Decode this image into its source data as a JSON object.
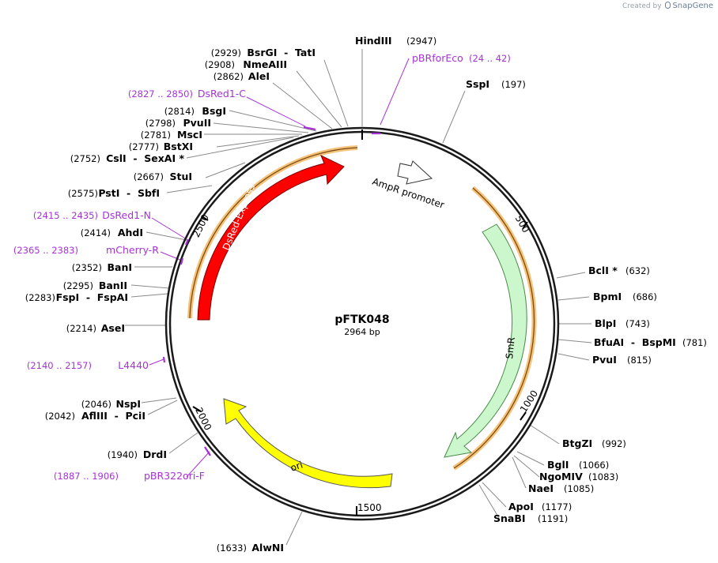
{
  "credit": {
    "created_by": "Created by",
    "brand": "SnapGene"
  },
  "plasmid": {
    "name": "pFTK048",
    "size_label": "2964 bp"
  },
  "ticks": [
    "500",
    "1000",
    "1500",
    "2000",
    "2500"
  ],
  "features": [
    {
      "name": "DsRed-Express",
      "color": "#ff0000",
      "direction": "cw"
    },
    {
      "name": "AmpR promoter",
      "color": "#ffffff",
      "direction": "cw"
    },
    {
      "name": "SmR",
      "color": "#ccf7cc",
      "direction": "ccw"
    },
    {
      "name": "ori",
      "color": "#ffff00",
      "direction": "ccw"
    }
  ],
  "enzymes": [
    {
      "pos": "(2947)",
      "name": "HindIII"
    },
    {
      "pos": "(197)",
      "name": "SspI"
    },
    {
      "pos": "(632)",
      "name": "BclI *"
    },
    {
      "pos": "(686)",
      "name": "BpmI"
    },
    {
      "pos": "(743)",
      "name": "BlpI"
    },
    {
      "pos": "(781)",
      "name": "BfuAI  -  BspMI"
    },
    {
      "pos": "(815)",
      "name": "PvuI"
    },
    {
      "pos": "(992)",
      "name": "BtgZI"
    },
    {
      "pos": "(1066)",
      "name": "BglI"
    },
    {
      "pos": "(1083)",
      "name": "NgoMIV"
    },
    {
      "pos": "(1085)",
      "name": "NaeI"
    },
    {
      "pos": "(1177)",
      "name": "ApoI"
    },
    {
      "pos": "(1191)",
      "name": "SnaBI"
    },
    {
      "pos": "(1633)",
      "name": "AlwNI"
    },
    {
      "pos": "(1940)",
      "name": "DrdI"
    },
    {
      "pos": "(2042)",
      "name": "AflIII  -  PciI"
    },
    {
      "pos": "(2046)",
      "name": "NspI"
    },
    {
      "pos": "(2214)",
      "name": "AseI"
    },
    {
      "pos": "(2283)",
      "name": "FspI  -  FspAI"
    },
    {
      "pos": "(2295)",
      "name": "BanII"
    },
    {
      "pos": "(2352)",
      "name": "BanI"
    },
    {
      "pos": "(2414)",
      "name": "AhdI"
    },
    {
      "pos": "(2575)",
      "name": "PstI  -  SbfI"
    },
    {
      "pos": "(2667)",
      "name": "StuI"
    },
    {
      "pos": "(2752)",
      "name": "CslI  -  SexAI *"
    },
    {
      "pos": "(2777)",
      "name": "BstXI"
    },
    {
      "pos": "(2781)",
      "name": "MscI"
    },
    {
      "pos": "(2798)",
      "name": "PvuII"
    },
    {
      "pos": "(2814)",
      "name": "BsgI"
    },
    {
      "pos": "(2862)",
      "name": "AleI"
    },
    {
      "pos": "(2908)",
      "name": "NmeAIII"
    },
    {
      "pos": "(2929)",
      "name": "BsrGI  -  TatI"
    }
  ],
  "primers": [
    {
      "name": "pBRforEco",
      "range": "(24 .. 42)"
    },
    {
      "name": "DsRed1-C",
      "range": "(2827 .. 2850)"
    },
    {
      "name": "DsRed1-N",
      "range": "(2415 .. 2435)"
    },
    {
      "name": "mCherry-R",
      "range": "(2365 .. 2383)"
    },
    {
      "name": "L4440",
      "range": "(2140 .. 2157)"
    },
    {
      "name": "pBR322ori-F",
      "range": "(1887 .. 1906)"
    }
  ],
  "colors": {
    "primer": "#a632d6",
    "backbone": "#1a1a1a",
    "highlight": "#f5c27a"
  }
}
